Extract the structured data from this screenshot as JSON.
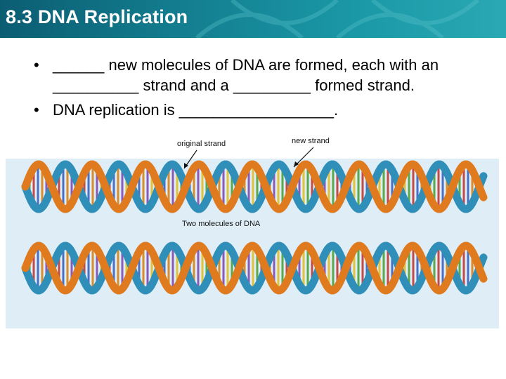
{
  "slide": {
    "title": "8.3 DNA Replication",
    "bullets": [
      {
        "marker": "•",
        "text": "______ new molecules of DNA are formed, each with an __________ strand and a _________ formed strand."
      },
      {
        "marker": "•",
        "text": "DNA replication is __________________."
      }
    ]
  },
  "figure": {
    "label_original": "original strand",
    "label_new": "new strand",
    "label_caption": "Two molecules of DNA"
  },
  "colors": {
    "header": "#137d8f",
    "original_strand": "#2f8fb8",
    "new_strand": "#e07a1f",
    "background_panel": "#dfeef6"
  }
}
